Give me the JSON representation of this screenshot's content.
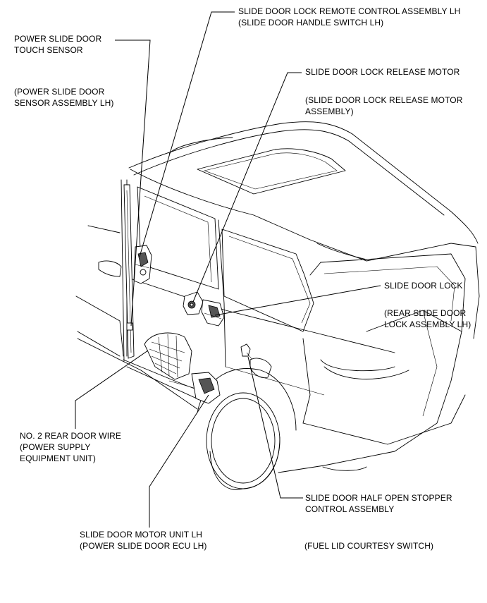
{
  "labels": {
    "touch_sensor": {
      "line1": "POWER SLIDE DOOR",
      "line2": "TOUCH SENSOR"
    },
    "touch_sensor_sub": {
      "line1": "(POWER SLIDE DOOR",
      "line2": "SENSOR ASSEMBLY LH)"
    },
    "remote_control": {
      "line1": "SLIDE DOOR LOCK REMOTE CONTROL ASSEMBLY LH",
      "line2": "(SLIDE DOOR HANDLE SWITCH LH)"
    },
    "release_motor": {
      "line1": "SLIDE DOOR LOCK RELEASE MOTOR"
    },
    "release_motor_sub": {
      "line1": "(SLIDE DOOR LOCK RELEASE MOTOR",
      "line2": "ASSEMBLY)"
    },
    "door_lock": {
      "line1": "SLIDE DOOR LOCK"
    },
    "door_lock_sub": {
      "line1": "(REAR SLIDE DOOR",
      "line2": "LOCK ASSEMBLY LH)"
    },
    "rear_door_wire": {
      "line1": "NO. 2 REAR DOOR WIRE",
      "line2": "(POWER SUPPLY",
      "line3": "EQUIPMENT UNIT)"
    },
    "motor_unit": {
      "line1": "SLIDE DOOR MOTOR UNIT LH",
      "line2": "(POWER SLIDE DOOR ECU LH)"
    },
    "half_open_stopper": {
      "line1": "SLIDE DOOR HALF OPEN STOPPER",
      "line2": "CONTROL ASSEMBLY"
    },
    "fuel_lid": {
      "line1": "(FUEL LID COURTESY SWITCH)"
    }
  }
}
